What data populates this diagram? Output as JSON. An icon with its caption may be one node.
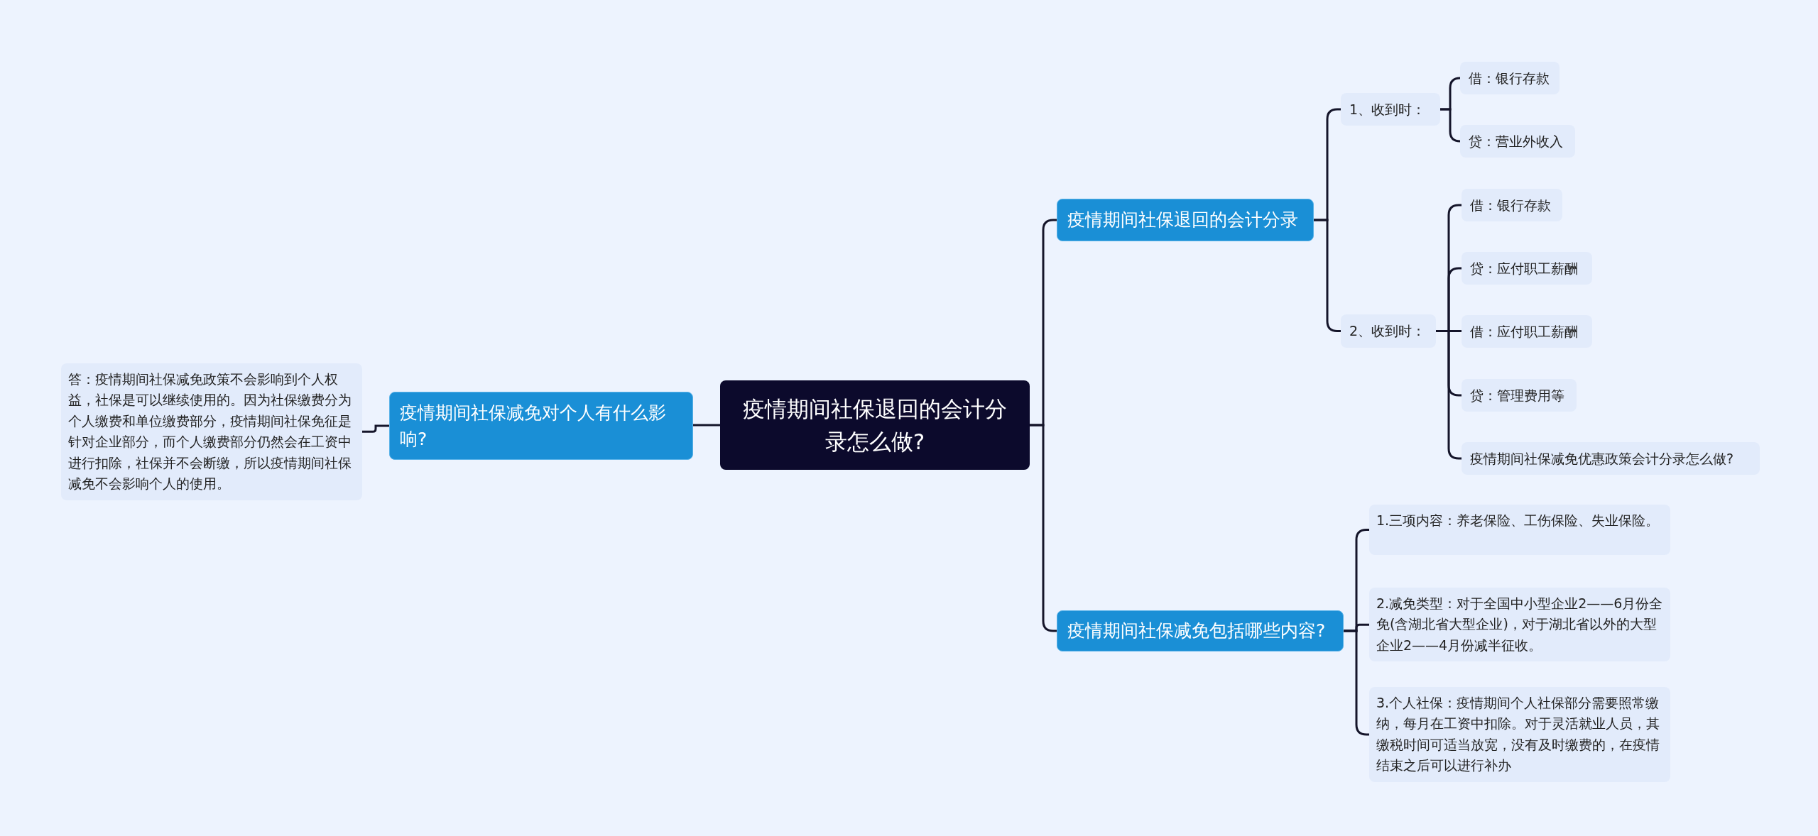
{
  "diagram": {
    "nodes": [
      {
        "text": [
          "疫情期间社保退回的会计分录怎么做?"
        ]
      },
      {
        "text": [
          "疫情期间社保退回的会计分录"
        ]
      },
      {
        "text": [
          "1、收到时："
        ]
      },
      {
        "text": [
          "借：银行存款"
        ]
      },
      {
        "text": [
          "贷：营业外收入"
        ]
      },
      {
        "text": [
          "2、收到时："
        ]
      },
      {
        "text": [
          "借：银行存款"
        ]
      },
      {
        "text": [
          "贷：应付职工薪酬"
        ]
      },
      {
        "text": [
          "借：应付职工薪酬"
        ]
      },
      {
        "text": [
          "贷：管理费用等"
        ]
      },
      {
        "text": [
          "疫情期间社保减免优惠政策会计分录怎么做?"
        ]
      },
      {
        "text": [
          "疫情期间社保减免包括哪些内容?"
        ]
      },
      {
        "text": [
          "1.三项内容：养老保险、工伤保险、失业保险。"
        ]
      },
      {
        "text": [
          "2.减免类型：对于全国中小型企业2——6月份全免(含湖北省大型企业)，对于湖北省以外的大型企业2——4月份减半征收。"
        ]
      },
      {
        "text": [
          "3.个人社保：疫情期间个人社保部分需要照常缴纳，每月在工资中扣除。对于灵活就业人员，其缴税时间可适当放宽，没有及时缴费的，在疫情结束之后可以进行补办"
        ]
      },
      {
        "text": [
          "疫情期间社保减免对个人有什么影响?"
        ]
      },
      {
        "text": [
          "答：疫情期间社保减免政策不会影响到个人权益，社保是可以继续使用的。因为社保缴费分为个人缴费和单位缴费部分，疫情期间社保免征是针对企业部分，而个人缴费部分仍然会在工资中进行扣除，社保并不会断缴，所以疫情期间社保减免不会影响个人的使用。"
        ]
      }
    ],
    "edges": [
      {
        "from": 0,
        "to": 1,
        "arrow": "none"
      },
      {
        "from": 0,
        "to": 11,
        "arrow": "none"
      },
      {
        "from": 0,
        "to": 15,
        "arrow": "none"
      },
      {
        "from": 1,
        "to": 2,
        "arrow": "none"
      },
      {
        "from": 1,
        "to": 5,
        "arrow": "none"
      },
      {
        "from": 2,
        "to": 3,
        "arrow": "none"
      },
      {
        "from": 2,
        "to": 4,
        "arrow": "none"
      },
      {
        "from": 5,
        "to": 6,
        "arrow": "none"
      },
      {
        "from": 5,
        "to": 7,
        "arrow": "none"
      },
      {
        "from": 5,
        "to": 8,
        "arrow": "none"
      },
      {
        "from": 5,
        "to": 9,
        "arrow": "none"
      },
      {
        "from": 5,
        "to": 10,
        "arrow": "none"
      },
      {
        "from": 11,
        "to": 12,
        "arrow": "none"
      },
      {
        "from": 11,
        "to": 13,
        "arrow": "none"
      },
      {
        "from": 11,
        "to": 14,
        "arrow": "none"
      },
      {
        "from": 15,
        "to": 16,
        "arrow": "none"
      }
    ]
  }
}
